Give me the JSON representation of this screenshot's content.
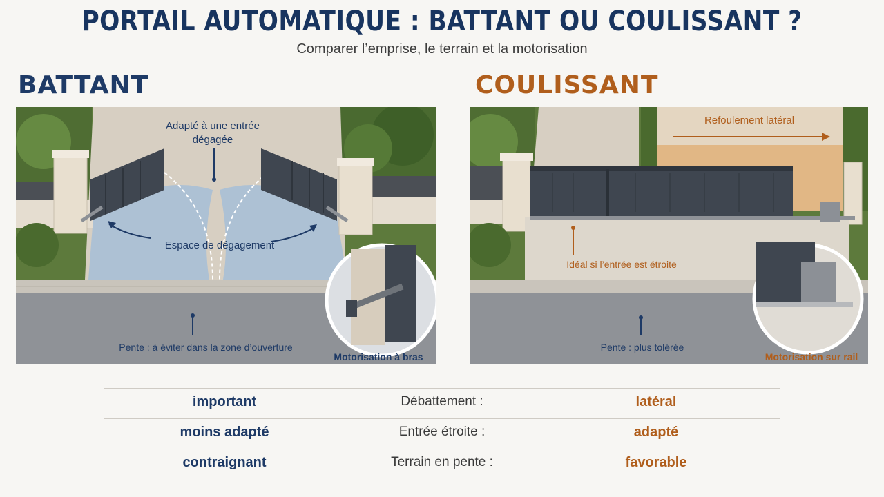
{
  "header": {
    "title": "PORTAIL AUTOMATIQUE : BATTANT OU COULISSANT ?",
    "subtitle": "Comparer l’emprise, le terrain et la motorisation"
  },
  "colors": {
    "navy": "#1e3a66",
    "orange": "#b05e1c",
    "gate": "#3f4650",
    "clearance_blue": "#9fb6cf",
    "clearance_orange": "#e0b27a"
  },
  "battant": {
    "heading": "BATTANT",
    "label_entry": "Adapté à une entrée dégagée",
    "label_clearance": "Espace de dégagement",
    "label_slope": "Pente : à éviter dans la zone d’ouverture",
    "label_motor": "Motorisation à bras"
  },
  "coulissant": {
    "heading": "COULISSANT",
    "label_side": "Refoulement latéral",
    "label_narrow": "Idéal si l’entrée est étroite",
    "label_slope": "Pente : plus tolérée",
    "label_motor": "Motorisation sur rail"
  },
  "comparison": {
    "rows": [
      {
        "battant": "important",
        "criterion": "Débattement :",
        "coulissant": "latéral"
      },
      {
        "battant": "moins adapté",
        "criterion": "Entrée étroite :",
        "coulissant": "adapté"
      },
      {
        "battant": "contraignant",
        "criterion": "Terrain en pente :",
        "coulissant": "favorable"
      }
    ]
  }
}
